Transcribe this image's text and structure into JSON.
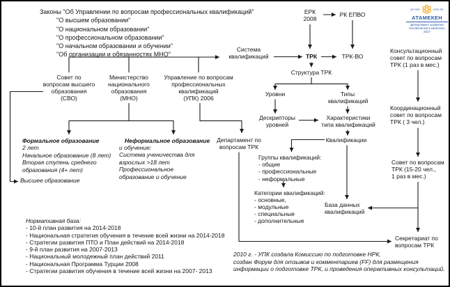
{
  "colors": {
    "line": "#1a1a1a",
    "brand_blue": "#2b5ca8",
    "brand_orange": "#f2a71b"
  },
  "logo": {
    "left_small": "ҚР ҰКП",
    "right_small": "НПП РК",
    "org": "АТАМЕКЕН",
    "subtitle_line1": "Департамент развития",
    "subtitle_line2": "человеческого капитала, 2017"
  },
  "laws": {
    "line1": "Законы \"Об Управлении по вопросам профессиональных квалификаций\"",
    "items": [
      "\"О высшем образовании\"",
      "\"О национальном образовании\"",
      "\"О профессиональном образовании\"",
      "\"О начальном образовании и обучении\"",
      "\"Об организации и обязанностях МНО\""
    ]
  },
  "nodes": {
    "sistema": [
      "Система",
      "квалификаций"
    ],
    "erk": [
      "ЕРК",
      "2008"
    ],
    "rk_epvo": "РК ЕПВО",
    "trk": "ТРК",
    "trk_vo": "ТРК-ВО",
    "struktura": "Структура ТРК",
    "urovni": "Уровни",
    "tipy": [
      "Типы",
      "квалификаций"
    ],
    "deskriptory": [
      "Дескрипторы",
      "уровней"
    ],
    "kharakteristiki": [
      "Характеристики",
      "типа квалификаций"
    ],
    "kvalifikacii": "Квалификации",
    "gruppy": [
      "Группы квалификаций:",
      "- общие",
      "- профессиональные",
      "- неформальные"
    ],
    "kategorii": [
      "Категории квалификаций:",
      "- основные,",
      "- модульные",
      "- специальные",
      "- дополнительные"
    ],
    "baza": [
      "База данных",
      "квалификаций"
    ],
    "svo": [
      "Совет по",
      "вопросам высшего",
      "образования",
      "(СВО)"
    ],
    "mno": [
      "Министерство",
      "национального",
      "образования",
      "(МНО)"
    ],
    "upk": [
      "Управление по вопросам",
      "профессиональных",
      "квалификаций",
      "(УПК) 2006"
    ],
    "departament": [
      "Департамент по",
      "вопросам ТРК"
    ],
    "formal": {
      "title": "Формальное образование",
      "lines": [
        "2 лет",
        "Начальное образование (8 лет)",
        "Вторая ступень среднего",
        "образования (4+ лет)"
      ]
    },
    "vysshee": "Высшее образование",
    "neformal": {
      "title": "Неформальное образование",
      "lines": [
        "и обучение:",
        "Система ученичества для",
        "взрослых >18 лет",
        "Профессиональное",
        "образование и обучение"
      ]
    },
    "konsult": [
      "Консультационный",
      "совет по вопросам",
      "ТРК  (1 раз в мес.)"
    ],
    "koordin": [
      "Координационный",
      "совет по вопросам",
      "ТРК ( 3 чел.)"
    ],
    "sovet_trk": [
      "Совет по вопросам",
      "ТРК (15-20 чел.,",
      "1 раз в мес.)"
    ],
    "sekretariat": [
      "Секретариат по",
      "вопросам ТРК"
    ]
  },
  "normative_base": {
    "title": "Нормативная база:",
    "items": [
      "- 10-й план развития на 2014-2018",
      "- Национальная стратегия обучения в течение всей жизни на 2014-2018",
      "- Стратегии развития ПТО и План действий на 2014-2018",
      "- 9-й план развития на 2007-2013",
      "- Национальный молодежный план действий 2011",
      "- Национальная Программа Турции 2008",
      "- Стратегии развития обучения в течение всей жизни на 2007- 2013"
    ]
  },
  "note_2010": [
    "2010 г. - УПК создала Комиссию по подготовке НРК,",
    "создан Форум для отзывов и комментариев (FF) для размещения",
    "информации о подготовке ТРК, и проведения оперативных консультаций."
  ]
}
